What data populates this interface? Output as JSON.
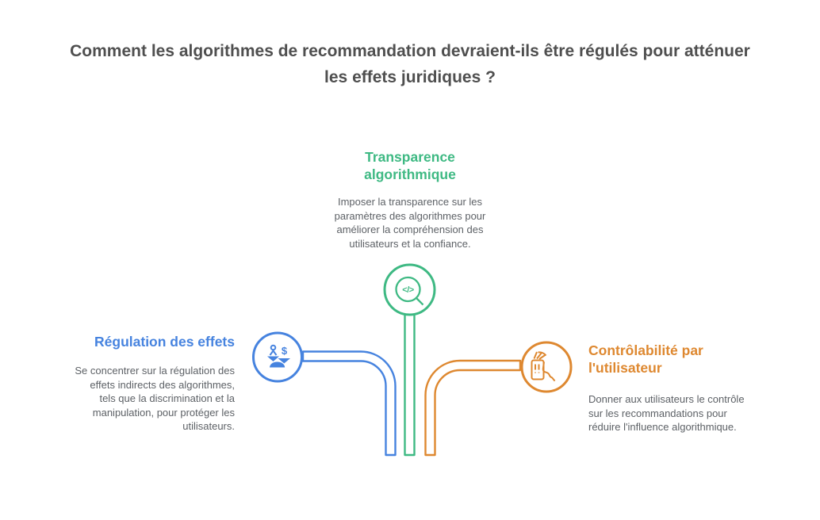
{
  "title": "Comment les algorithmes de recommandation devraient-ils être régulés pour atténuer\nles effets juridiques ?",
  "colors": {
    "background": "#FFFFFF",
    "title_text": "#4F4F4F",
    "body_text": "#5D6166"
  },
  "branches": {
    "transparency": {
      "heading": "Transparence\nalgorithmique",
      "description": "Imposer la transparence sur les\nparamètres des algorithmes pour\naméliorer la compréhension des\nutilisateurs et la confiance.",
      "color": "#3EB983",
      "icon": "code-search-icon",
      "icon_glyph": "</>"
    },
    "regulation": {
      "heading": "Régulation des effets",
      "description": "Se concentrer sur la régulation des\neffets indirects des algorithmes,\ntels que la discrimination et la\nmanipulation, pour protéger les\nutilisateurs.",
      "color": "#4683DF",
      "icon": "balance-scale-icon",
      "icon_glyph": "$"
    },
    "control": {
      "heading": "Contrôlabilité par\nl'utilisateur",
      "description": "Donner aux utilisateurs le contrôle\nsur les recommandations pour\nréduire l'influence algorithmique.",
      "color": "#DE8830",
      "icon": "hand-tapping-phone-icon"
    }
  }
}
